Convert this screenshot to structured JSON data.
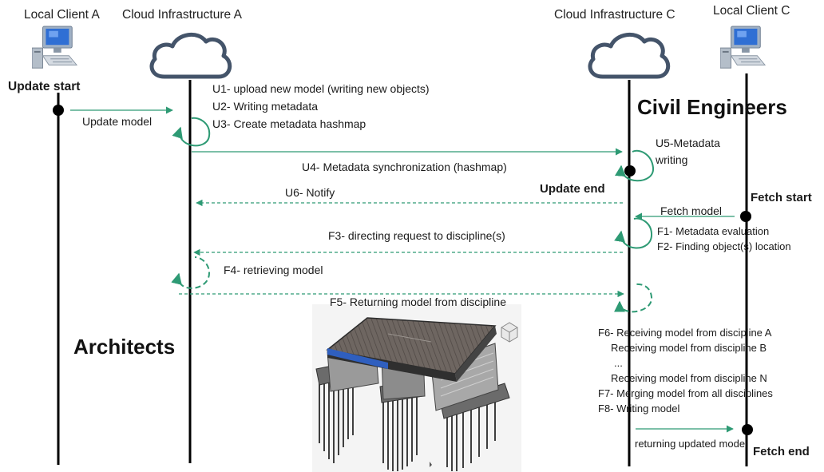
{
  "participants": {
    "local_a": "Local Client A",
    "cloud_a": "Cloud Infrastructure A",
    "cloud_c": "Cloud Infrastructure C",
    "local_c": "Local Client C"
  },
  "markers": {
    "update_start": "Update start",
    "update_end": "Update end",
    "fetch_start": "Fetch start",
    "fetch_end": "Fetch end"
  },
  "groups": {
    "civil": "Civil Engineers",
    "architects": "Architects"
  },
  "steps": {
    "u1": "U1- upload new model (writing new objects)",
    "u2": "U2- Writing metadata",
    "u3": "U3- Create metadata hashmap",
    "update_model": "Update model",
    "u4": "U4- Metadata synchronization (hashmap)",
    "u5_line1": "U5-Metadata",
    "u5_line2": "writing",
    "u6": "U6- Notify",
    "fetch_model": "Fetch model",
    "f1": "F1- Metadata evaluation",
    "f2": "F2- Finding object(s) location",
    "f3": "F3- directing request to discipline(s)",
    "f4": "F4- retrieving model",
    "f5": "F5- Returning  model from discipline",
    "f6": "F6- Receiving model from discipline A",
    "recv_b": "Receiving model from discipline B",
    "ellipsis": "...",
    "recv_n": "Receiving model from discipline N",
    "f7": "F7- Merging model from all disciplines",
    "f8": "F8- Writing model",
    "returning": "returning updated model"
  },
  "colors": {
    "arrow": "#2e9a74",
    "lifeline": "#000000",
    "cloud_stroke": "#44546a"
  }
}
